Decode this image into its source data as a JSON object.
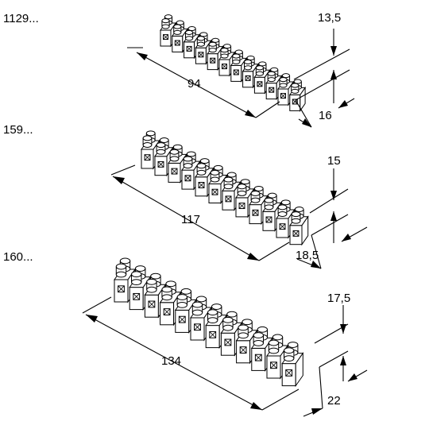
{
  "blocks": [
    {
      "part_no": "1129...",
      "length": "94",
      "height": "13,5",
      "depth": "16",
      "terminal_count": 12
    },
    {
      "part_no": "159...",
      "length": "117",
      "height": "15",
      "depth": "18,5",
      "terminal_count": 12
    },
    {
      "part_no": "160...",
      "length": "134",
      "height": "17,5",
      "depth": "22",
      "terminal_count": 12
    }
  ]
}
